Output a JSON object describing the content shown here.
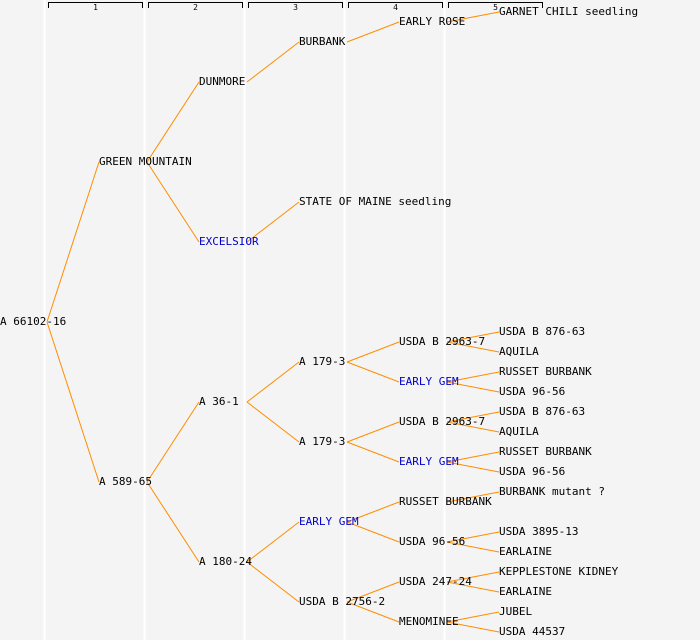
{
  "generations": [
    "1",
    "2",
    "3",
    "4",
    "5"
  ],
  "colors": {
    "background": "#f4f4f4",
    "gridline": "#ffffff",
    "connector": "#ff8c00",
    "text": "#000000",
    "link_text": "#0000cc"
  },
  "tree": {
    "label": "A 66102-16",
    "children": [
      {
        "label": "GREEN MOUNTAIN",
        "children": [
          {
            "label": "DUNMORE",
            "children": [
              {
                "label": "BURBANK",
                "children": [
                  {
                    "label": "EARLY ROSE",
                    "children": [
                      {
                        "label": "GARNET CHILI seedling"
                      }
                    ]
                  }
                ]
              }
            ]
          },
          {
            "label": "EXCELSIOR",
            "link": true,
            "children": [
              {
                "label": "STATE OF MAINE seedling"
              }
            ]
          }
        ]
      },
      {
        "label": "A 589-65",
        "children": [
          {
            "label": "A 36-1",
            "children": [
              {
                "label": "A 179-3",
                "children": [
                  {
                    "label": "USDA B 2963-7",
                    "children": [
                      {
                        "label": "USDA B 876-63"
                      },
                      {
                        "label": "AQUILA"
                      }
                    ]
                  },
                  {
                    "label": "EARLY GEM",
                    "link": true,
                    "children": [
                      {
                        "label": "RUSSET BURBANK"
                      },
                      {
                        "label": "USDA 96-56"
                      }
                    ]
                  }
                ]
              },
              {
                "label": "A 179-3",
                "children": [
                  {
                    "label": "USDA B 2963-7",
                    "children": [
                      {
                        "label": "USDA B 876-63"
                      },
                      {
                        "label": "AQUILA"
                      }
                    ]
                  },
                  {
                    "label": "EARLY GEM",
                    "link": true,
                    "children": [
                      {
                        "label": "RUSSET BURBANK"
                      },
                      {
                        "label": "USDA 96-56"
                      }
                    ]
                  }
                ]
              }
            ]
          },
          {
            "label": "A 180-24",
            "children": [
              {
                "label": "EARLY GEM",
                "link": true,
                "children": [
                  {
                    "label": "RUSSET BURBANK",
                    "children": [
                      {
                        "label": "BURBANK mutant ?"
                      }
                    ]
                  },
                  {
                    "label": "USDA 96-56",
                    "children": [
                      {
                        "label": "USDA 3895-13"
                      },
                      {
                        "label": "EARLAINE"
                      }
                    ]
                  }
                ]
              },
              {
                "label": "USDA B 2756-2",
                "children": [
                  {
                    "label": "USDA 247-24",
                    "children": [
                      {
                        "label": "KEPPLESTONE KIDNEY"
                      },
                      {
                        "label": "EARLAINE"
                      }
                    ]
                  },
                  {
                    "label": "MENOMINEE",
                    "children": [
                      {
                        "label": "JUBEL"
                      },
                      {
                        "label": "USDA 44537"
                      }
                    ]
                  }
                ]
              }
            ]
          }
        ]
      }
    ]
  }
}
